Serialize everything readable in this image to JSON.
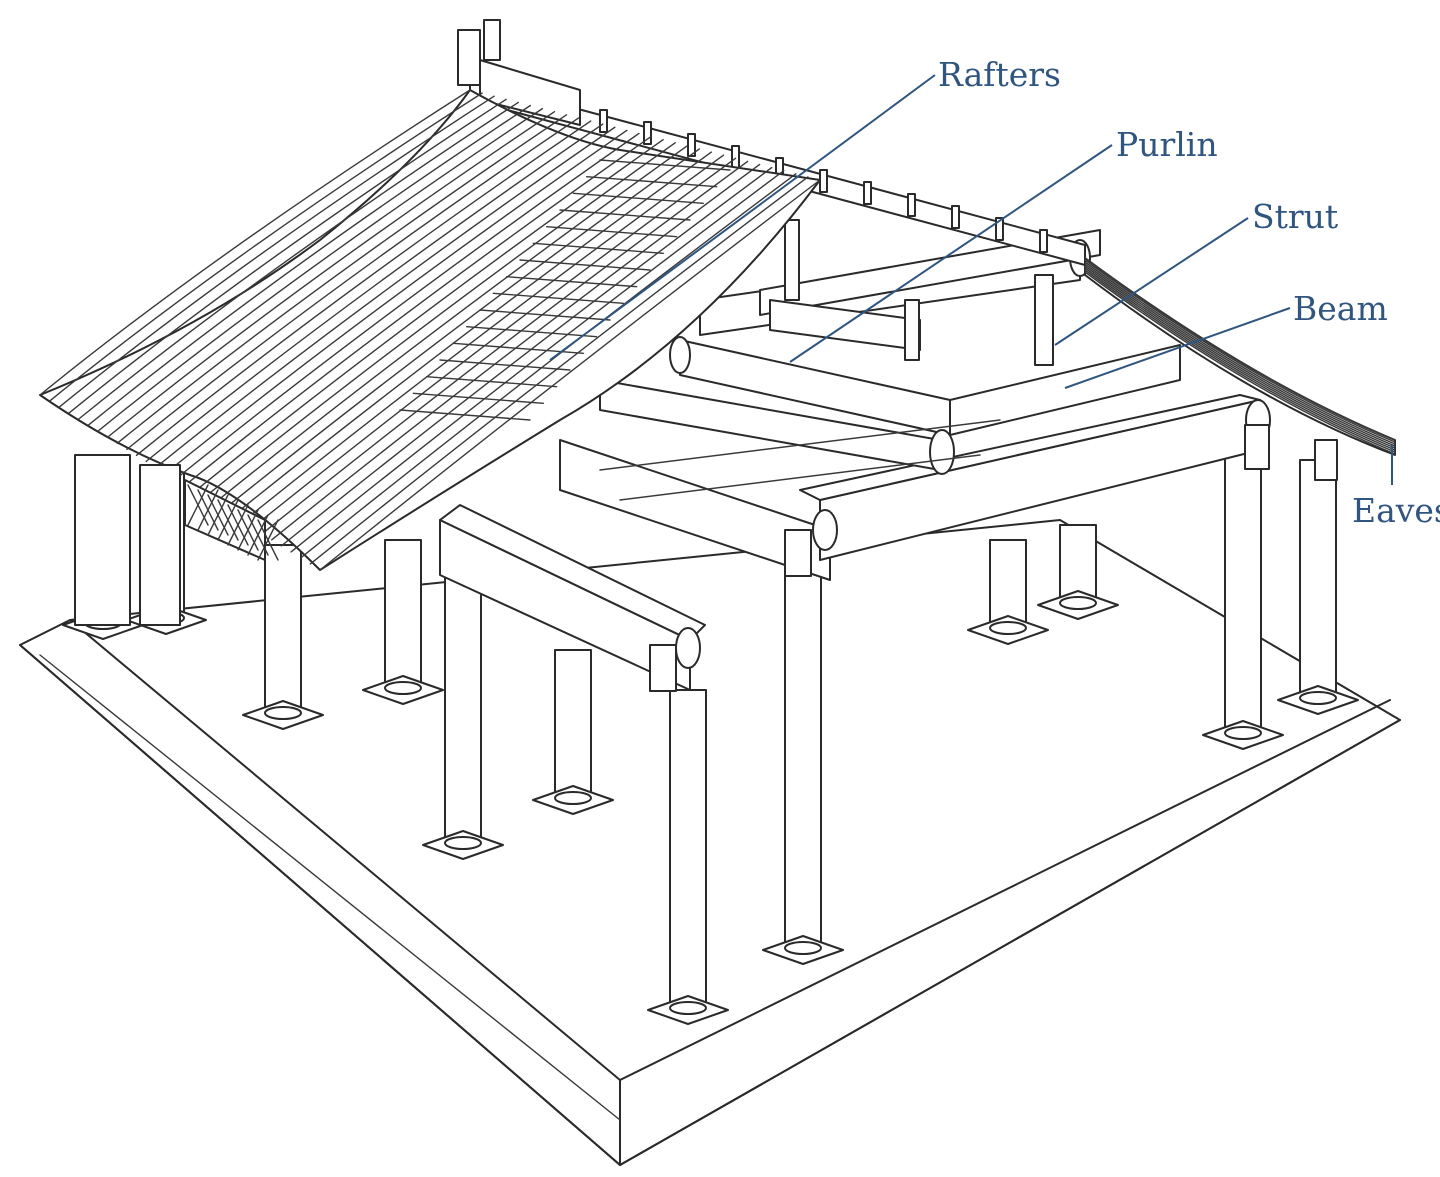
{
  "labels": {
    "rafters": "Rafters",
    "purlin": "Purlin",
    "strut": "Strut",
    "beam": "Beam",
    "eaves": "Eaves"
  },
  "colors": {
    "label": "#2f5580",
    "ink": "#2a2a2a",
    "background": "#ffffff"
  }
}
